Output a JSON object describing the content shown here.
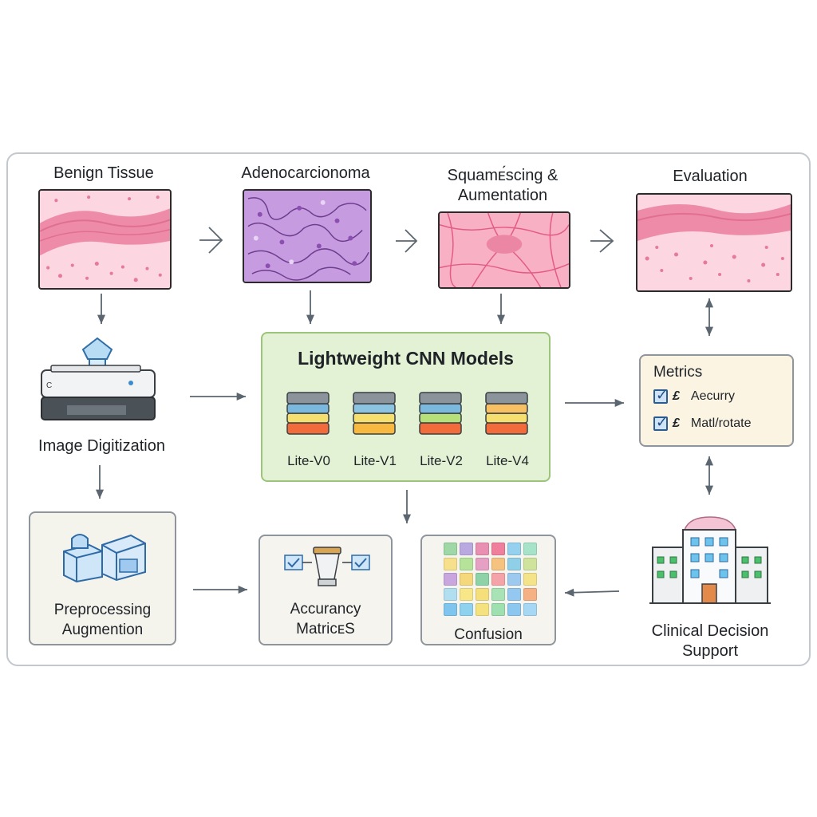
{
  "stages": {
    "benign": "Benign Tissue",
    "adeno": "Adenocarcionoma",
    "squam_line1": "Squamᴇ́scing &",
    "squam_line2": "Aumentation",
    "evaluation": "Evaluation"
  },
  "digitization": {
    "label": "Image Digitization"
  },
  "cnn": {
    "title": "Lightweight CNN Models",
    "models": [
      "Lite-V0",
      "Lite-V1",
      "Lite-V2",
      "Lite-V4"
    ]
  },
  "metrics": {
    "title": "Metrics",
    "items": [
      {
        "glyph": "£",
        "label": "Aecurry"
      },
      {
        "glyph": "£",
        "label": "Matl/rotate"
      }
    ]
  },
  "preprocessing": {
    "line1": "Preprocessing",
    "line2": "Augmention"
  },
  "accuracy": {
    "line1": "Accurancy",
    "line2": "MatricᴇS"
  },
  "confusion": {
    "label": "Confusion",
    "cells": [
      "#9fd8a6",
      "#b9a9e0",
      "#e88fb2",
      "#f07f9e",
      "#95d1ee",
      "#a7e3c9",
      "#f7e08c",
      "#b6e39a",
      "#e6a0c4",
      "#f6c27f",
      "#8fd0e8",
      "#cfe39c",
      "#c9a6de",
      "#f5d77c",
      "#8ed3a8",
      "#f4a3a8",
      "#9ec9ef",
      "#f5e38a",
      "#b2dff0",
      "#f8e789",
      "#f5df7a",
      "#a8e3b5",
      "#95c8f0",
      "#f5b184",
      "#7fc5ee",
      "#8fd2f0",
      "#f4e27e",
      "#9fe0b0",
      "#8cc7ef",
      "#a6d7f4"
    ]
  },
  "clinical": {
    "line1": "Clinical Decision",
    "line2": "Support"
  },
  "colors": {
    "cnn_bg": "#e3f2d4",
    "metrics_bg": "#fbf4e2",
    "tissue_pink": "#f4a9bf",
    "tissue_purple": "#b27fd0",
    "arrow": "#5b6670"
  }
}
